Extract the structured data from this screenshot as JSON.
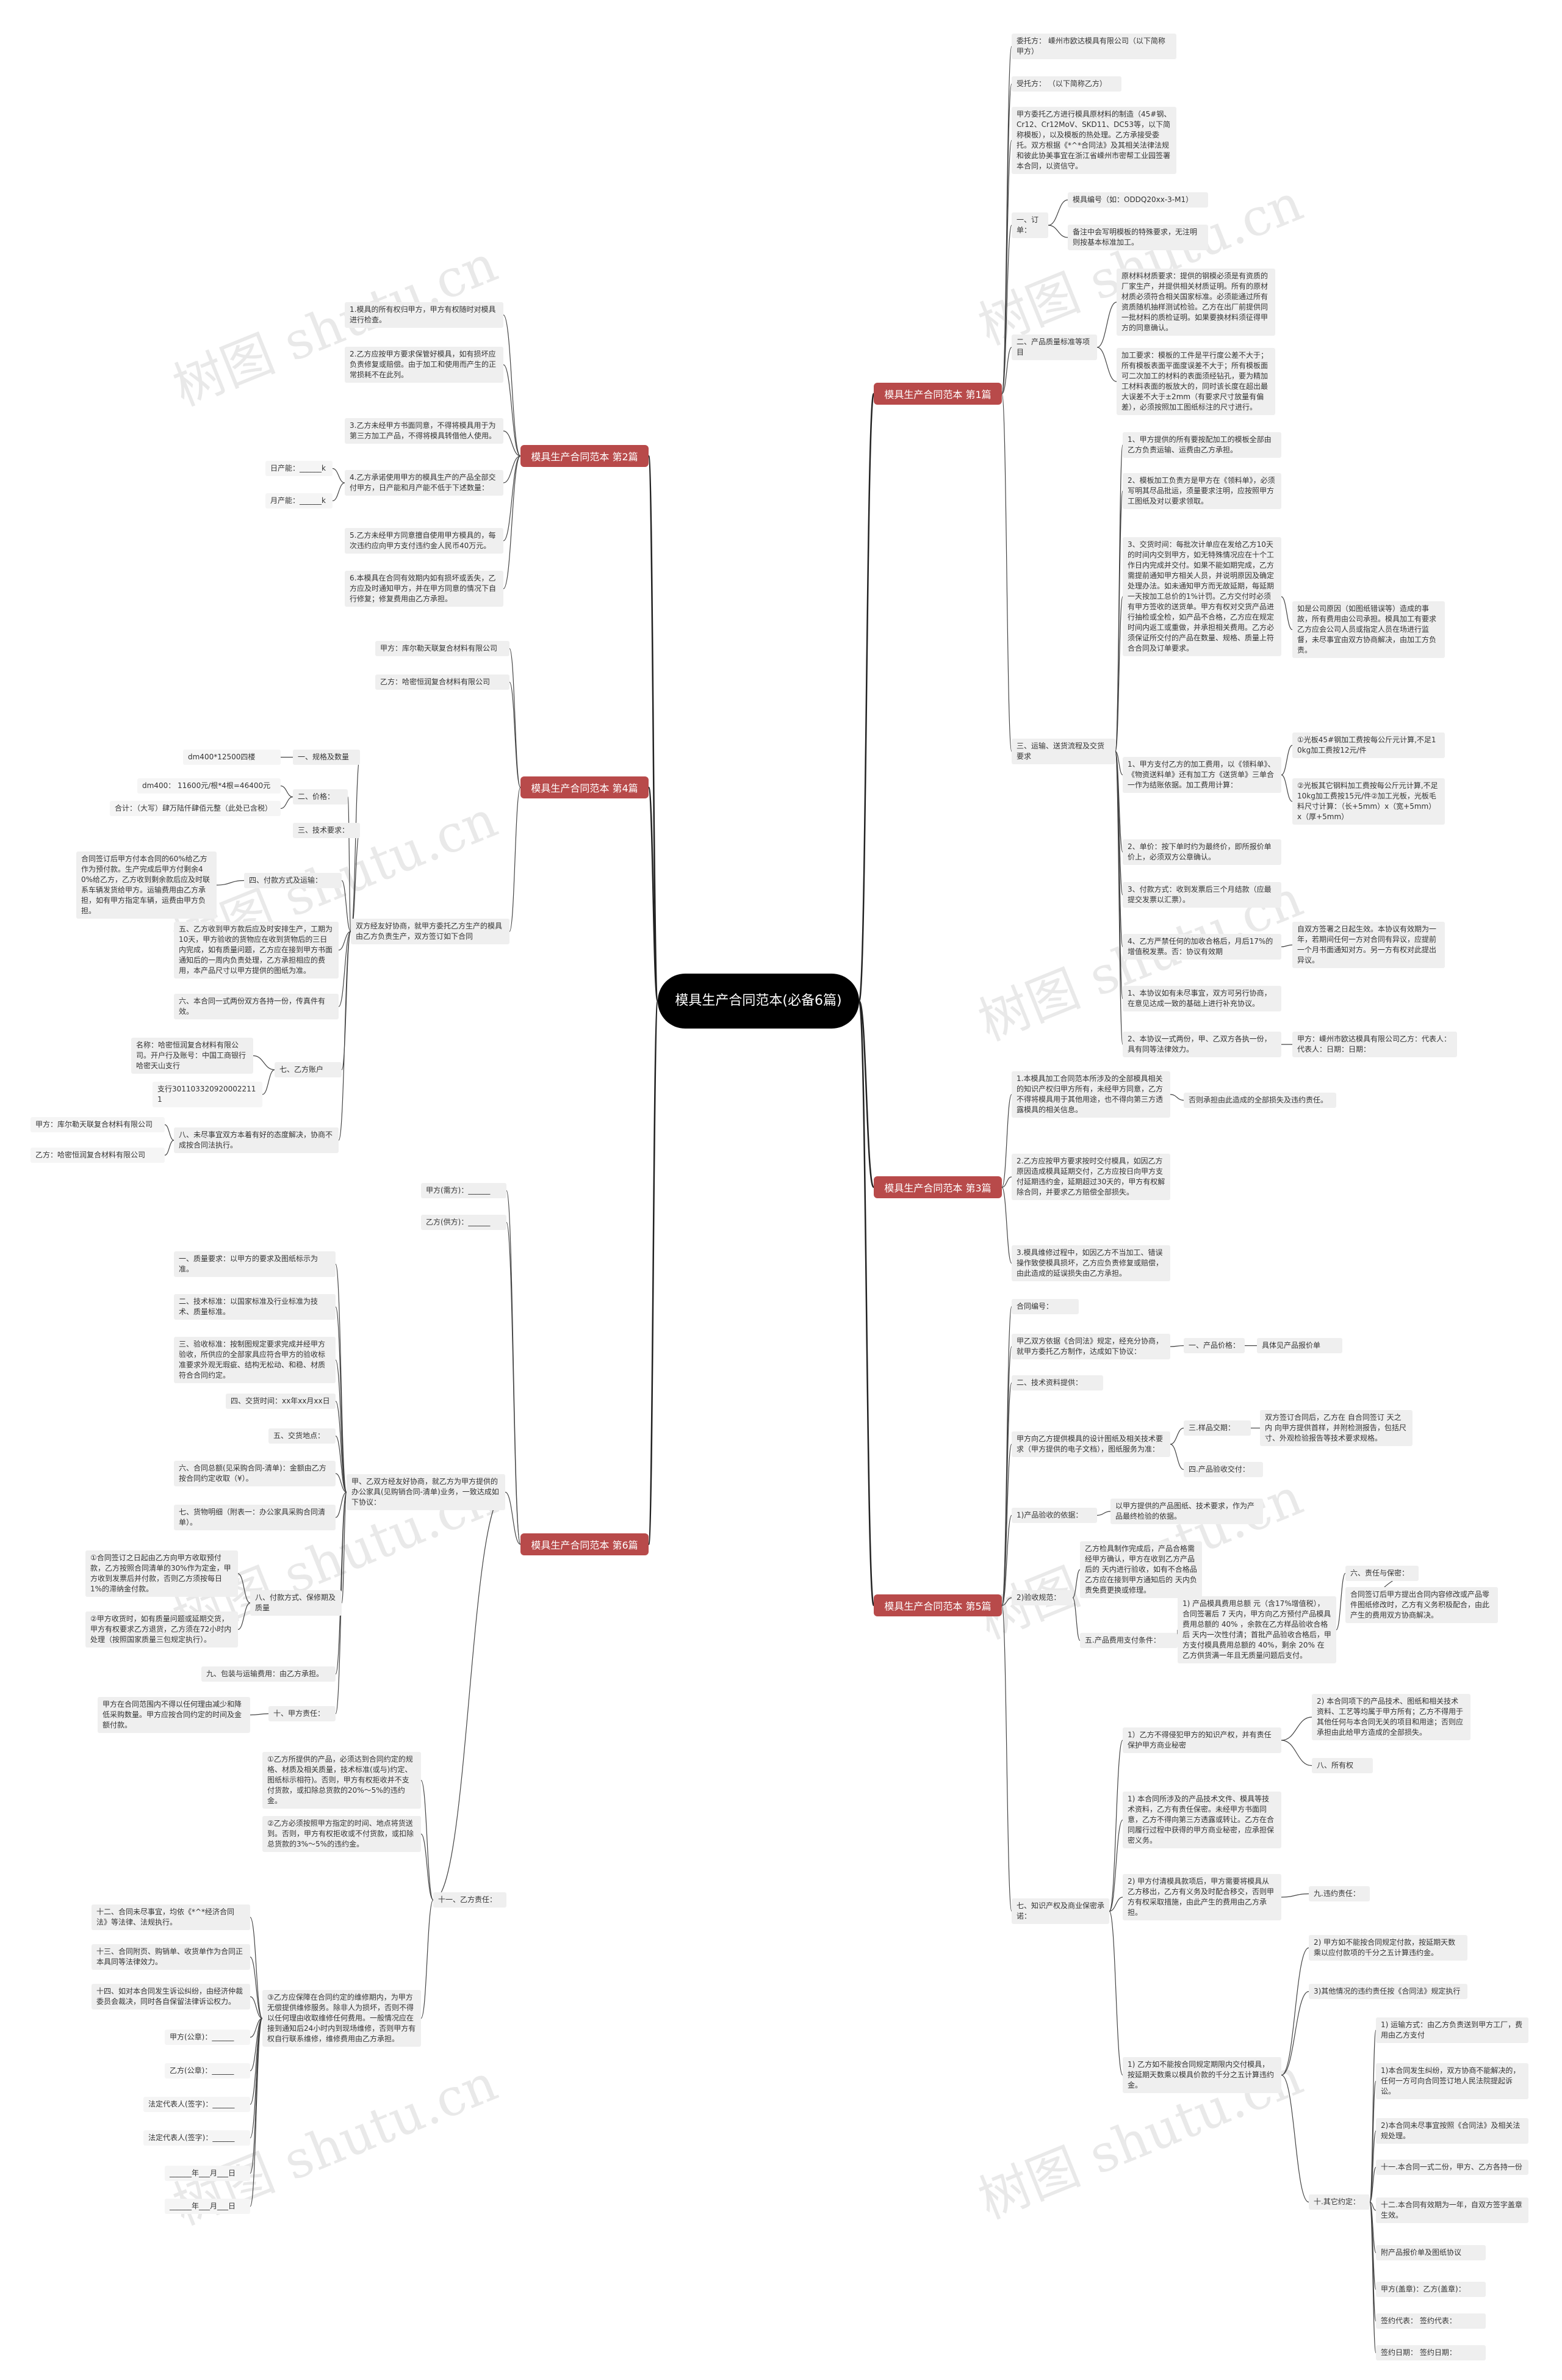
{
  "watermark": "树图 shutu.cn",
  "center": "模具生产合同范本(必备6篇)",
  "branches": {
    "b1": "模具生产合同范本 第1篇",
    "b2": "模具生产合同范本 第2篇",
    "b3": "模具生产合同范本 第3篇",
    "b4": "模具生产合同范本 第4篇",
    "b5": "模具生产合同范本 第5篇",
    "b6": "模具生产合同范本 第6篇"
  },
  "p1": {
    "client": "委托方： 嵊州市欧达模具有限公司（以下简称甲方）",
    "contractor": "受托方： （以下简称乙方）",
    "intro": "甲方委托乙方进行模具原材料的制造（45#钢、Cr12、Cr12MoV、SKD11、DC53等，以下简称模板），以及模板的热处理。乙方承接受委托。双方根据《*^*合同法》及其相关法律法规和彼此协美事宜在浙江省嵊州市密帮工业园签署本合同，以资信守。",
    "order_label": "一、订单：",
    "order_1": "模具编号（如：ODDQ20xx-3-M1）",
    "order_2": "备注中会写明模板的特殊要求，无注明则按基本标准加工。",
    "quality_label": "二、产品质量标准等项目",
    "quality_1": "原材料材质要求：提供的钢模必须是有资质的厂家生产，并提供相关材质证明。所有的原材材质必须符合相关国家标准。必须能通过所有资质随机抽样测试检验。乙方在出厂前提供同一批材料的质检证明。如果要换材料须征得甲方的同意确认。",
    "quality_2": "加工要求：模板的工件是平行度公差不大于；所有模板表面平面度误差不大于；所有模板面可二次加工的材料的表面须经钻孔，要为精加工材料表面的板放大的，同时该长度在超出最大误差不大于±2mm（有要求尺寸放量有偏差），必须按照加工图纸标注的尺寸进行。",
    "delivery_label": "三、运输、送货流程及交货要求",
    "delivery_1": "1、甲方提供的所有要按配加工的模板全部由乙方负责运输、运费由乙方承担。",
    "delivery_2": "2、模板加工负责方是甲方在《领料单》，必须写明其尽品批运，须量要求注明，应按照甲方工图纸及对以要求领取。",
    "delivery_3": "3、交货时间：每批次计单应在发给乙方10天的时间内交到甲方，如无特殊情况应在十个工作日内完成并交付。如果不能如期完成，乙方需提前通知甲方相关人员，并说明原因及确定处理办法。如未通知甲方而无故延期，每延期一天按加工总价的1%计罚。乙方交付时必须有甲方签收的送货单。甲方有权对交货产品进行抽检或全检，如产品不合格，乙方应在规定时间内返工或重做，并承担相关费用。乙方必须保证所交付的产品在数量、规格、质量上符合合同及订单要求。",
    "delivery_3_note": "如是公司原因（如图纸错误等）造成的事故，所有费用由公司承担。模具加工有要求乙方应会公司人员或指定人员在场进行监督，未尽事宜由双方协商解决，由加工方负责。",
    "delivery_4": "1、甲方支付乙方的加工费用，以《领料单》、《物资送料单》还有加工方《送货单》三单合一作为结账依据。加工费用计算：",
    "delivery_4a": "①光板45#钢加工费按每公斤元计算,不足10kg加工费按12元/件",
    "delivery_4b": "②光板其它钢料加工费按每公斤元计算,不足10kg加工费按15元/件②加工光板，光板毛料尺寸计算：（长+5mm）x（宽+5mm）x（厚+5mm）",
    "delivery_5": "2、单价：按下单时约为最终价，即所报价单价上，必须双方公章确认。",
    "delivery_6": "3、付款方式：收到发票后三个月结款（应最提交发票以汇票）。",
    "delivery_7": "4、乙方严禁任何的加收合格后，月后17%的增值税发票。否：协议有效期",
    "delivery_7_note": "自双方签署之日起生效。本协议有效期为一年，若期间任何一方对合同有异议，应提前一个月书面通知对方。另一方有权对此提出异议。",
    "delivery_8": "1、本协议如有未尽事宜，双方可另行协商，在意见达成一致的基础上进行补充协议。",
    "delivery_9": "2、本协议一式两份，甲、乙双方各执一份，具有同等法律效力。",
    "sign": "甲方：嵊州市欧达模具有限公司乙方：代表人：代表人：日期：日期："
  },
  "p2": {
    "i1": "1.模具的所有权归甲方，甲方有权随时对模具进行检查。",
    "i2": "2.乙方应按甲方要求保管好模具，如有损坏应负责修复或赔偿。由于加工和使用而产生的正常损耗不在此列。",
    "i3": "3.乙方未经甲方书面同意，不得将模具用于为第三方加工产品，不得将模具转借他人使用。",
    "i4": "4.乙方承诺使用甲方的模具生产的产品全部交付甲方，日产能和月产能不低于下述数量：",
    "i4a": "日产能：______k",
    "i4b": "月产能：______k",
    "i5": "5.乙方未经甲方同意擅自使用甲方模具的，每次违约应向甲方支付违约金人民币40万元。",
    "i6": "6.本模具在合同有效期内如有损坏或丢失，乙方应及时通知甲方，并在甲方同意的情况下自行修复；修复费用由乙方承担。"
  },
  "p3": {
    "i1": "1.本模具加工合同范本所涉及的全部模具相关的知识产权归甲方所有，未经甲方同意，乙方不得将模具用于其他用途，也不得向第三方透露模具的相关信息。",
    "i1_note": "否则承担由此造成的全部损失及违约责任。",
    "i2": "2.乙方应按甲方要求按时交付模具，如因乙方原因造成模具延期交付，乙方应按日向甲方支付延期违约金，延期超过30天的，甲方有权解除合同，并要求乙方赔偿全部损失。",
    "i3": "3.模具维修过程中，如因乙方不当加工、错误操作致使模具损坏，乙方应负责修复或赔偿，由此造成的延误损失由乙方承担。"
  },
  "p4": {
    "a": "甲方：库尔勒天联复合材料有限公司",
    "b": "乙方：哈密恒润复合材料有限公司",
    "spec": "dm400*12500四楼",
    "s1": "一、规格及数量",
    "s2a": "dm400： 11600元/根*4根=46400元",
    "s2b": "合计：（大写）肆万陆仟肆佰元整（此处已含税）",
    "s2": "二、价格：",
    "s3": "三、技术要求：",
    "s4a": "合同签订后甲方付本合同的60%给乙方作为预付款。生产完成后甲方付剩余40%给乙方，乙方收到剩余款后应及时联系车辆发货给甲方。运输费用由乙方承担，如有甲方指定车辆，运费由甲方负担。",
    "s4": "四、付款方式及运输：",
    "s5": "五、乙方收到甲方款后应及时安排生产，工期为10天，甲方验收的货物应在收到货物后的三日内完成，如有质量问题，乙方应在接到甲方书面通知后的一周内负责处理，乙方承担相应的费用，本产品尺寸以甲方提供的图纸为准。",
    "s6": "六、本合同一式两份双方各持一份，传真件有效。",
    "s7a": "名称：哈密恒润复合材料有限公司。开户行及账号：中国工商银行哈密天山支行",
    "s7b": "支行3011033209200022111",
    "s7": "七、乙方账户",
    "s8": "八、未尽事宜双方本着有好的态度解决，协商不成按合同法执行。",
    "s9a": "甲方：库尔勒天联复合材料有限公司",
    "s9b": "乙方：哈密恒润复合材料有限公司",
    "note": "双方经友好协商，就甲方委托乙方生产的模具由乙方负责生产，双方签订如下合同"
  },
  "p5": {
    "num": "合同编号：",
    "a": "甲乙双方依据《合同法》规定，经充分协商，就甲方委托乙方制作，达成如下协议：",
    "a1": "一、产品价格：",
    "a1v": "具体见产品报价单",
    "b": "二、技术资料提供：",
    "c": "甲方向乙方提供模具的设计图纸及相关技术要求（甲方提供的电子文档），图纸服务为准：",
    "c1": "三.样品交期：",
    "c1v": "双方签订合同后，乙方在 自合同签订 天之内 向甲方提供首样，并附检测报告，包括尺寸、外观检验报告等技术要求规格。",
    "c2": "四.产品验收交付：",
    "d": "1)产品验收的依据：",
    "d1": "以甲方提供的产品图纸、技术要求，作为产品最终检验的依据。",
    "e": "2)验收规范：",
    "e1": "乙方检具制作完成后，产品合格需经甲方确认，甲方在收到乙方产品后的 天内进行验收，如有不合格品乙方应在接到甲方通知后的 天内负责免费更换或修理。",
    "f": "五.产品费用支付条件：",
    "f1": "1) 产品模具费用总额 元（含17%增值税），合同签署后 7 天内，甲方向乙方预付产品模具费用总额的 40% ，余款在乙方样品验收合格后 天内一次性付清；首批产品验收合格后，甲方支付模具费用总额的 40%，剩余 20% 在乙方供货满一年且无质量问题后支付。",
    "f2": "六、责任与保密：",
    "f2a": "合同签订后甲方提出合同内容修改或产品零件图纸修改时，乙方有义务积极配合，由此产生的费用双方协商解决。",
    "g": "七、知识产权及商业保密承诺：",
    "g1": "1）乙方不得侵犯甲方的知识产权，并有责任保护甲方商业秘密",
    "g1a": "2) 本合同项下的产品技术、图纸和相关技术资料、工艺等均属于甲方所有；乙方不得用于其他任何与本合同无关的项目和用途；否则应承担由此给甲方造成的全部损失。",
    "g1b": "八、所有权",
    "g2": "1) 本合同所涉及的产品技术文件、模具等技术资料，乙方有责任保密。未经甲方书面同意，乙方不得向第三方透露或转让。乙方在合同履行过程中获得的甲方商业秘密，应承担保密义务。",
    "g3": "2) 甲方付清模具款项后，甲方需要将模具从乙方移出，乙方有义务及时配合移交，否则甲方有权采取措施，由此产生的费用由乙方承担。",
    "g3a": "九.违约责任：",
    "h1": "2) 甲方如不能按合同规定付款，按延期天数乘以应付款项的千分之五计算违约金。",
    "h2": "3)其他情况的违约责任按《合同法》规定执行",
    "h3": "1) 乙方如不能按合同规定期限内交付模具，按延期天数乘以模具价款的千分之五计算违约金。",
    "h4": "十.其它约定：",
    "h4a": "1) 运输方式：由乙方负责送到甲方工厂，费用由乙方支付",
    "h4b": "1)本合同发生纠纷，双方协商不能解决的，任何一方可向合同签订地人民法院提起诉讼。",
    "h4c": "2)本合同未尽事宜按照《合同法》及相关法规处理。",
    "h4d": "十一.本合同一式二份，甲方、乙方各持一份",
    "h4e": "十二.本合同有效期为一年，自双方签字盖章生效。",
    "h4f": "附产品报价单及图纸协议",
    "h4g": "甲方(盖章)：乙方(盖章)：",
    "h4h": "签约代表： 签约代表：",
    "h4i": "签约日期： 签约日期："
  },
  "p6": {
    "a": "甲方(需方)：______",
    "b": "乙方(供方)：______",
    "i1": "一、质量要求：以甲方的要求及图纸标示为准。",
    "i2": "二、技术标准：以国家标准及行业标准为技术、质量标准。",
    "i3": "三、验收标准：按制图规定要求完成并经甲方验收，所供应的全部家具应符合甲方的验收标准要求外观无瑕疵、结构无松动、和稳、材质符合合同约定。",
    "i4": "四、交货时间：xx年xx月xx日",
    "i5": "五、交货地点：",
    "i6": "六、合同总额(见采购合同-清单)：金额由乙方按合同约定收取（¥）。",
    "i7": "七、货物明细（附表一：办公家具采购合同清单）。",
    "i8a": "①合同签订之日起由乙方向甲方收取预付款，乙方按照合同清单的30%作为定金，甲方收到发票后并付款，否则乙方须按每日1%的滞纳金付款。",
    "i8b": "②甲方收货时，如有质量问题或延期交货，甲方有权要求乙方退货，乙方须在72小时内处理（按照国家质量三包规定执行）。",
    "i8": "八、付款方式、保修期及质量",
    "i9": "九、包装与运输费用：由乙方承担。",
    "i10a": "甲方在合同范围内不得以任何理由减少和降低采购数量。甲方应按合同约定的时间及金额付款。",
    "i10": "十、甲方责任：",
    "i11a": "①乙方所提供的产品，必须达到合同约定的规格、材质及相关质量，技术标准(或与)约定、图纸标示相符)。否则，甲方有权拒收并不支付货款，或扣除总货款的20%～5%的违约金。",
    "i11b": "②乙方必须按照甲方指定的时间、地点将货送到。否则，甲方有权拒收或不付货款，或扣除总货款的3%～5%的违约金。",
    "i11c": "③乙方应保障在合同约定的维修期内，为甲方无偿提供维修服务。除非人为损坏，否则不得以任何理由收取维修任何费用。一般情况应在接到通知后24小时内到现场维修，否则甲方有权自行联系维修，维修费用由乙方承担。",
    "i11": "十一、乙方责任：",
    "i12": "十二、合同未尽事宜，均依《*^*经济合同法》等法律、法规执行。",
    "i13": "十三、合同附页、购销单、收货单作为合同正本具同等法律效力。",
    "i14": "十四、如对本合同发生诉讼纠纷，由经济仲裁委员会裁决，同时各自保留法律诉讼权力。",
    "s1": "甲方(公章)：______",
    "s2": "乙方(公章)：______",
    "s3": "法定代表人(签字)：______",
    "s4": "法定代表人(签字)：______",
    "s5": "______年___月___日",
    "s6": "______年___月___日",
    "intro": "甲、乙双方经友好协商，就乙方为甲方提供的办公家具(见购销合同-清单)业务，一致达成如下协议："
  }
}
